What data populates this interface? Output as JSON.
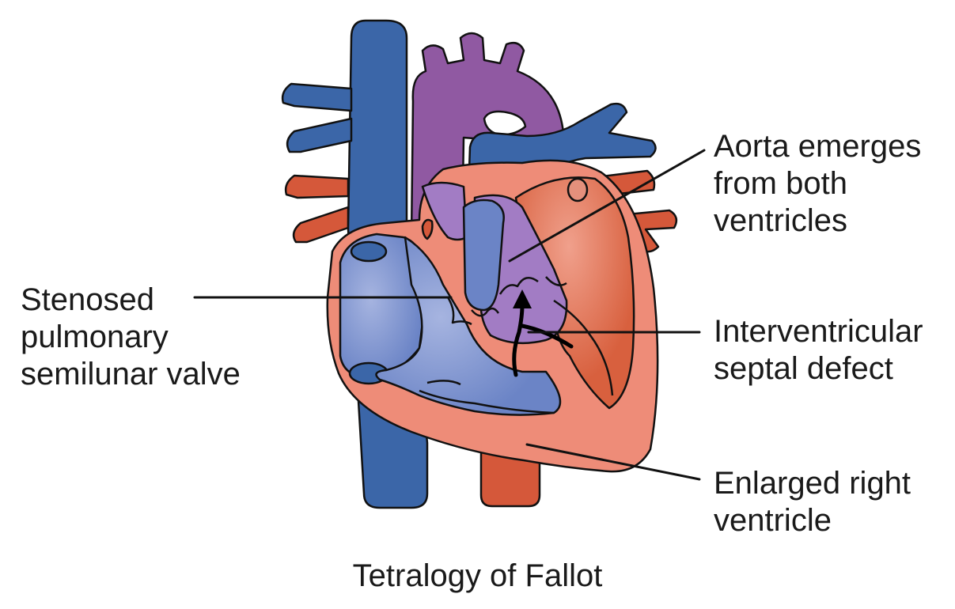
{
  "labels": {
    "aorta": [
      "Aorta emerges",
      "from both",
      "ventricles"
    ],
    "stenosed": [
      "Stenosed",
      "pulmonary",
      "semilunar valve"
    ],
    "septal": [
      "Interventricular",
      "septal defect"
    ],
    "enlarged": [
      "Enlarged right",
      "ventricle"
    ]
  },
  "caption": "Tetralogy of Fallot",
  "colors": {
    "vein_blue": "#3b66a8",
    "aorta_purple": "#9059a2",
    "artery_red": "#d5583a",
    "heart_wall": "#ee8c78",
    "ventricle_blue": "#6b84c6",
    "mixed_purple": "#a27cc4",
    "outline": "#111111"
  }
}
